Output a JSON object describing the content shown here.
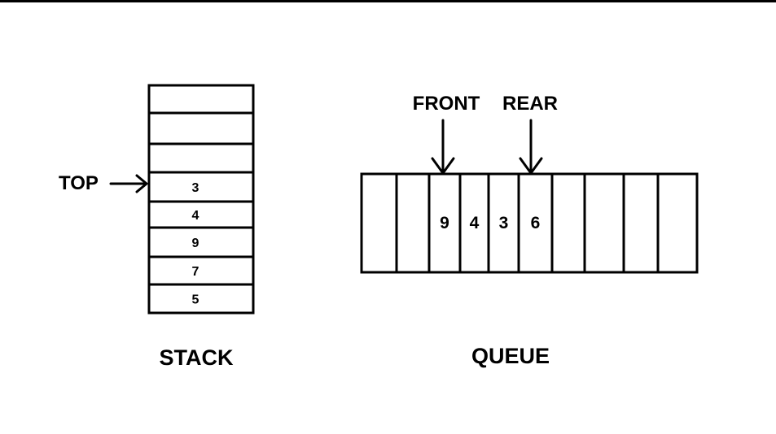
{
  "stack": {
    "title": "STACK",
    "top_label": "TOP",
    "cells": [
      "",
      "",
      "",
      "3",
      "4",
      "9",
      "7",
      "5"
    ]
  },
  "queue": {
    "title": "QUEUE",
    "front_label": "FRONT",
    "rear_label": "REAR",
    "cells": [
      "",
      "",
      "9",
      "4",
      "3",
      "6",
      "",
      "",
      "",
      ""
    ]
  },
  "colors": {
    "line": "#000000",
    "background": "#ffffff"
  }
}
